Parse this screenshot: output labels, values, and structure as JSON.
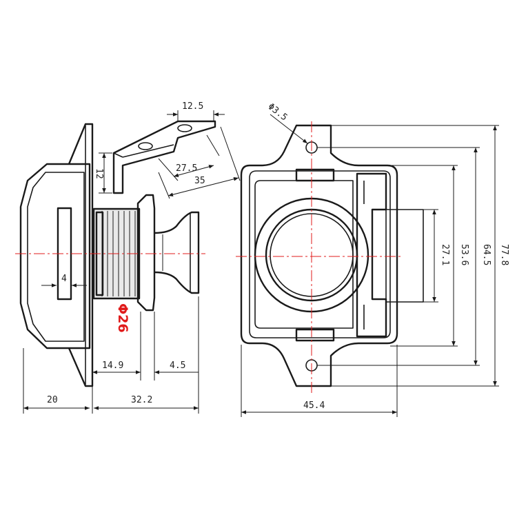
{
  "dimensions": {
    "bracket_hole_spacing": "12.5",
    "bracket_height": "12",
    "bracket_inner_length": "27.5",
    "bracket_length": "35",
    "button_travel": "4",
    "bezel_diameter": "Φ26",
    "housing_depth": "14.9",
    "knob_length": "4.5",
    "flange_depth": "20",
    "overall_length": "32.2",
    "mount_hole_diameter": "Φ3.5",
    "overall_width": "45.4",
    "button_diameter": "27.1",
    "body_height": "53.6",
    "hole_spacing": "64.5",
    "overall_height": "77.8"
  },
  "colors": {
    "line": "#1a1a1a",
    "centerline": "#e01b1b",
    "diameter_label": "#e01b1b"
  }
}
